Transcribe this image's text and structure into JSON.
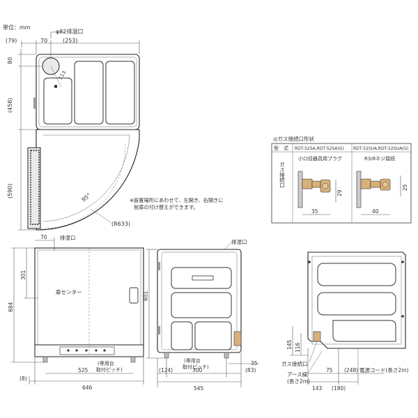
{
  "unit_label": "単位：mm",
  "top_view": {
    "exhaust_label": "φ82排湿口",
    "dim_79": "(79)",
    "dim_70": "70",
    "dim_253": "(253)",
    "dim_80": "80",
    "dim_113": "113",
    "dim_458": "(458)",
    "dim_590": "(590)",
    "angle_label": "95°",
    "radius_label": "(R633)",
    "note_line1": "※設置場所にあわせて、左開き、右開きに",
    "note_line2": "前扉の付け替えができます。"
  },
  "gas_table": {
    "title": "◎ガス接続口形状",
    "header_type": "型　式",
    "model_a": "RDT-52SA,RDT-52SA(G)",
    "model_b": "RDT-52SUA,RDT-52SUA(G)",
    "row_label": "ガス接続口",
    "conn_a": "小口径器具用プラグ",
    "conn_b": "R3/8ネジ接続",
    "dim_a_horizontal": "35",
    "dim_a_vertical": "29",
    "dim_b_horizontal": "40",
    "dim_b_vertical": "25"
  },
  "front_view": {
    "dim_70": "70",
    "exhaust_label": "排湿口",
    "dim_301": "301",
    "dim_684": "684",
    "door_center_label": "扉センター",
    "stand_label_1": "(専用台",
    "stand_label_2": "取付ピッチ)",
    "dim_525": "525",
    "dim_8": "(8)",
    "dim_646": "646"
  },
  "side_view": {
    "exhaust_label": "排湿口",
    "dim_601": "601",
    "stand_label_1": "(専用台",
    "stand_label_2": "取付ピッチ)",
    "dim_35": "35",
    "dim_124": "(124)",
    "dim_300": "300",
    "dim_83": "(83)",
    "dim_545": "545"
  },
  "rear_view": {
    "dim_145": "145",
    "dim_116": "116",
    "gas_inlet_label": "ガス接続口",
    "earth_label_1": "アース線",
    "earth_label_2": "(長さ2m)",
    "dim_75": "75",
    "dim_248": "(248)",
    "power_cord_label": "電源コード(長さ2m)",
    "dim_143": "143",
    "dim_180": "(180)"
  }
}
